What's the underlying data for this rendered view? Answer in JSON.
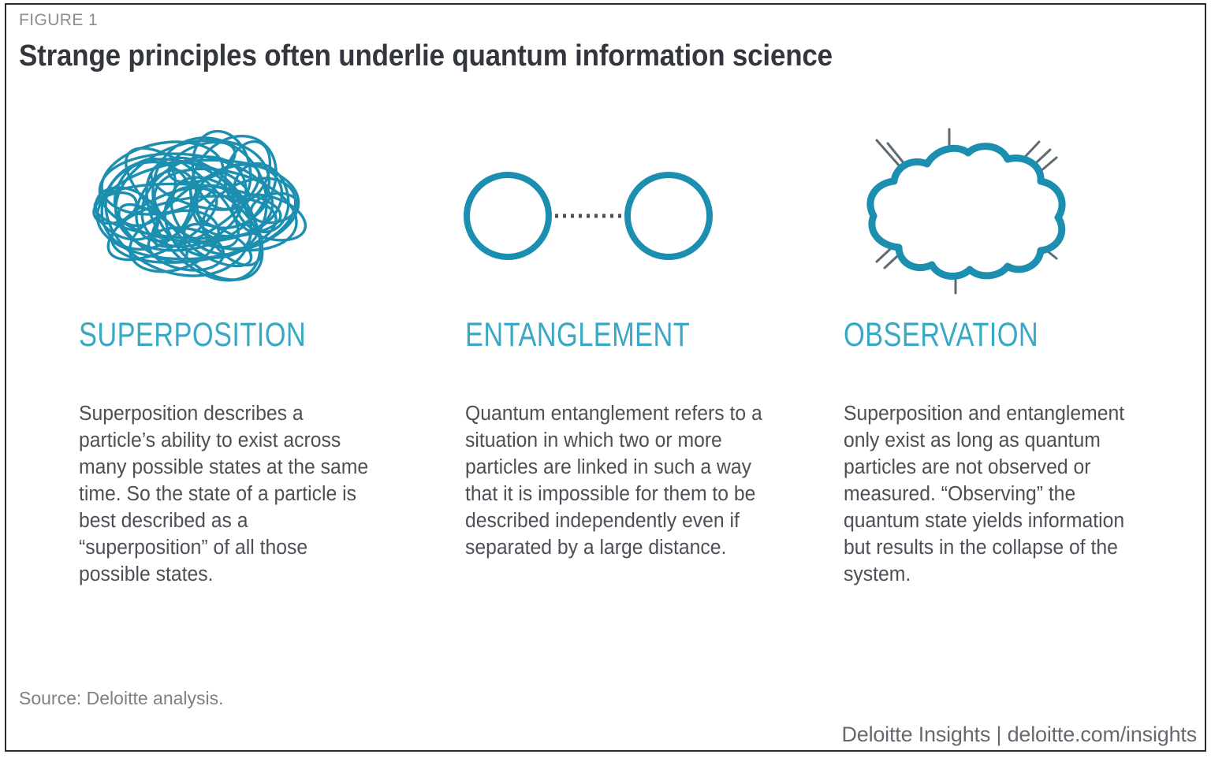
{
  "figure": {
    "label": "FIGURE 1",
    "title": "Strange principles often underlie quantum information science",
    "source": "Source: Deloitte analysis.",
    "brand": "Deloitte Insights | deloitte.com/insights"
  },
  "colors": {
    "teal": "#1c8fb0",
    "teal_heading": "#3aa8c4",
    "body_text": "#4c4f55",
    "title_text": "#33363d",
    "label_gray": "#8a8d91",
    "ray_gray": "#5f6a72",
    "border": "#2b2b2b"
  },
  "columns": [
    {
      "icon": "scribble-tangle-icon",
      "heading": "SUPERPOSITION",
      "body": "Superposition describes a particle’s ability to exist across many possible states at the same time. So the state of a particle is best described as a “superposition” of all those possible states."
    },
    {
      "icon": "two-linked-circles-icon",
      "heading": "ENTANGLEMENT",
      "body": "Quantum entanglement refers to a situation in which two or more particles are linked in such a way that it is impossible for them to be described independently even if separated by a large distance."
    },
    {
      "icon": "cloud-burst-icon",
      "heading": "OBSERVATION",
      "body": "Superposition and entanglement only exist as long as quantum particles are not observed or measured. “Observing” the quantum state yields information but results in the collapse of the system."
    }
  ]
}
